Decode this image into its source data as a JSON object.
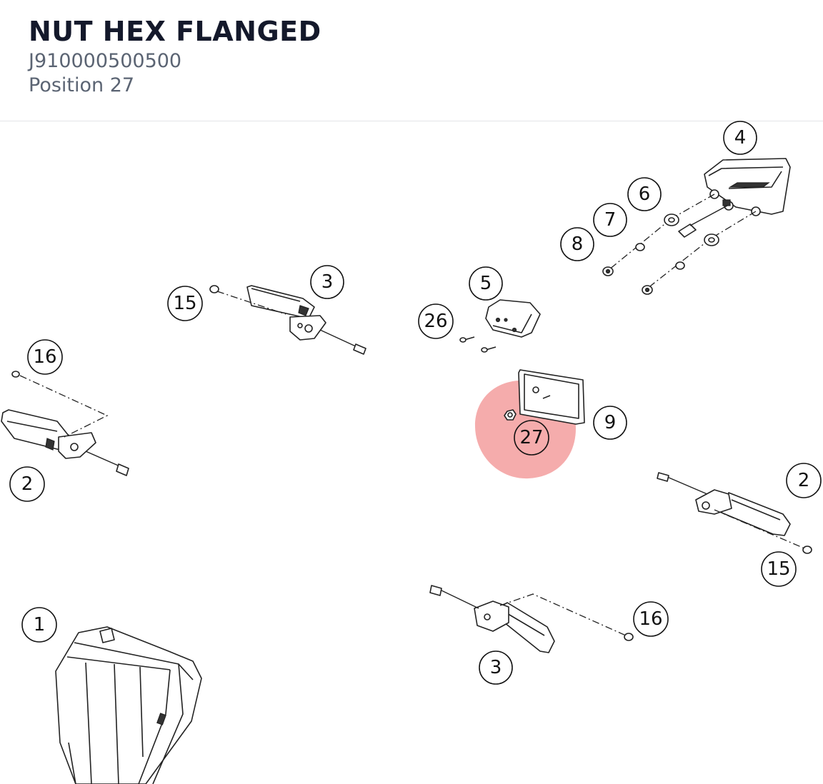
{
  "part": {
    "name": "NUT HEX FLANGED",
    "number": "J910000500500",
    "position": "Position 27"
  },
  "highlight": {
    "position": "27",
    "color": "#f08080"
  },
  "callouts": [
    "4",
    "6",
    "7",
    "8",
    "3",
    "5",
    "15",
    "26",
    "16",
    "9",
    "27",
    "2",
    "2",
    "15",
    "1",
    "16",
    "3"
  ]
}
